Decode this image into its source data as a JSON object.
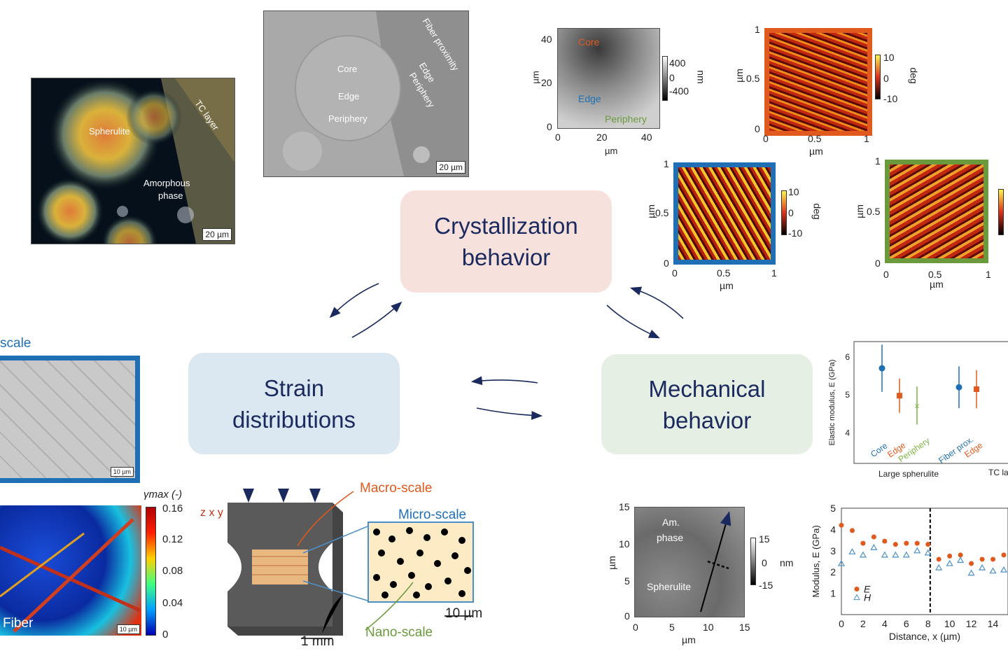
{
  "boxes": {
    "crystallization": {
      "line1": "Crystallization",
      "line2": "behavior",
      "color": "#f7e1dd"
    },
    "strain": {
      "line1": "Strain",
      "line2": "distributions",
      "color": "#dbe8f2"
    },
    "mechanical": {
      "line1": "Mechanical",
      "line2": "behavior",
      "color": "#e6efe3"
    }
  },
  "polarized": {
    "spherulite": "Spherulite",
    "tc_layer": "TC layer",
    "amorphous1": "Amorphous",
    "amorphous2": "phase",
    "scale": "20 µm"
  },
  "sem": {
    "core": "Core",
    "edge": "Edge",
    "periphery": "Periphery",
    "fiber_proximity": "Fiber proximity",
    "edge2": "Edge",
    "periphery2": "Periphery",
    "scale": "20 µm"
  },
  "afm_height": {
    "ticks_y": [
      "40",
      "20",
      "0"
    ],
    "ticks_x": [
      "0",
      "20",
      "40"
    ],
    "unit": "µm",
    "labels": {
      "core": "Core",
      "edge": "Edge",
      "periphery": "Periphery"
    },
    "cbar": [
      "400",
      "0",
      "-400"
    ],
    "cbar_unit": "nm"
  },
  "phase_core": {
    "ticks_y": [
      "1",
      "0.5",
      "0"
    ],
    "ticks_x": [
      "0",
      "0.5",
      "1"
    ],
    "unit": "µm",
    "cbar": [
      "10",
      "0",
      "-10"
    ],
    "cbar_unit": "deg",
    "border": "#e05a1e"
  },
  "phase_edge": {
    "ticks_y": [
      "1",
      "0.5",
      "0"
    ],
    "ticks_x": [
      "0",
      "0.5",
      "1"
    ],
    "unit": "µm",
    "cbar": [
      "10",
      "0",
      "-10"
    ],
    "cbar_unit": "deg",
    "border": "#1f6fb5"
  },
  "phase_periph": {
    "ticks_y": [
      "1",
      "0.5",
      "0"
    ],
    "ticks_x": [
      "0",
      "0.5",
      "1"
    ],
    "unit": "µm",
    "border": "#6a9a3c"
  },
  "strain_panel": {
    "title": "scale",
    "scale": "10 µm"
  },
  "strain_map": {
    "fiber": "Fiber",
    "scale": "10 µm",
    "cbar_title": "γmax (-)",
    "cbar": [
      "0.16",
      "0.12",
      "0.08",
      "0.04",
      "0"
    ]
  },
  "specimen": {
    "macro": "Macro-scale",
    "micro": "Micro-scale",
    "nano": "Nano-scale",
    "axes": "z x y",
    "mm": "1 mm",
    "um": "10 µm"
  },
  "afm_bottom": {
    "ticks_y": [
      "15",
      "10",
      "5",
      "0"
    ],
    "ticks_x": [
      "0",
      "5",
      "10",
      "15"
    ],
    "unit": "µm",
    "am1": "Am.",
    "am2": "phase",
    "sph": "Spherulite",
    "cbar": [
      "15",
      "0",
      "-15"
    ],
    "cbar_unit": "nm"
  },
  "chart_data": [
    {
      "type": "scatter",
      "title": "",
      "ylabel": "Elastic modulus, E (GPa)",
      "xlabel": "Large spherulite",
      "ylim": [
        3.2,
        6.4
      ],
      "yticks": [
        "6",
        "5",
        "4"
      ],
      "categories": [
        "Core",
        "Edge",
        "Periphery",
        "Fiber prox.",
        "Edge"
      ],
      "series": [
        {
          "name": "E",
          "values": [
            5.7,
            4.98,
            4.72,
            5.2,
            5.15
          ],
          "errors": [
            0.62,
            0.45,
            0.5,
            0.55,
            0.5
          ],
          "colors": [
            "#1f6fb5",
            "#e05a1e",
            "#7cb342",
            "#1f6fb5",
            "#e05a1e"
          ]
        }
      ],
      "group2": "TC la"
    },
    {
      "type": "scatter",
      "ylabel": "Modulus, E (GPa)",
      "xlabel": "Distance, x (µm)",
      "ylim": [
        0,
        5
      ],
      "xlim": [
        0,
        15
      ],
      "xticks": [
        "0",
        "2",
        "4",
        "6",
        "8",
        "10",
        "12",
        "14"
      ],
      "yticks": [
        "5",
        "4",
        "3",
        "2",
        "1"
      ],
      "series": [
        {
          "name": "E",
          "x": [
            0,
            1,
            2,
            3,
            4,
            5,
            6,
            7,
            8,
            9,
            10,
            11,
            12,
            13,
            14,
            15
          ],
          "values": [
            4.2,
            3.95,
            3.35,
            3.65,
            3.45,
            3.3,
            3.35,
            3.35,
            3.3,
            2.6,
            2.75,
            2.8,
            2.4,
            2.6,
            2.6,
            2.8
          ],
          "color": "#e05a1e"
        },
        {
          "name": "H",
          "x": [
            0,
            1,
            2,
            3,
            4,
            5,
            6,
            7,
            8,
            9,
            10,
            11,
            12,
            13,
            14,
            15
          ],
          "values": [
            2.4,
            2.95,
            2.8,
            3.15,
            2.8,
            2.8,
            2.8,
            3.0,
            2.9,
            2.2,
            2.4,
            2.55,
            1.95,
            2.2,
            2.05,
            2.1
          ],
          "color": "#4a90c8"
        }
      ],
      "divider_x": 8.2
    }
  ]
}
